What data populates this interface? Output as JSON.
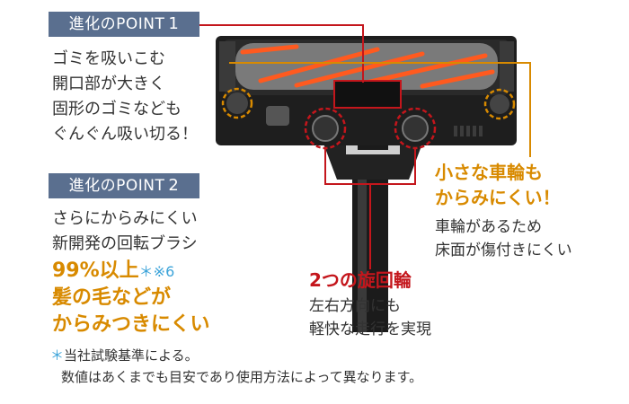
{
  "point1": {
    "badge": "進化のPOINT",
    "number": "1",
    "lines": [
      "ゴミを吸いこむ",
      "開口部が大きく",
      "固形のゴミなども",
      "ぐんぐん吸い切る！"
    ]
  },
  "point2": {
    "badge": "進化のPOINT",
    "number": "2",
    "lines": [
      "さらにからみにくい",
      "新開発の回転ブラシ"
    ],
    "highlight1": "99%以上",
    "note_ref": "＊※6",
    "highlight2": "髪の毛などが",
    "highlight3": "からみつきにくい"
  },
  "small_wheels": {
    "title_lines": [
      "小さな車輪も",
      "からみにくい！"
    ],
    "sub_lines": [
      "車輪があるため",
      "床面が傷付きにくい"
    ]
  },
  "swivel": {
    "title": "2つの旋回輪",
    "sub_lines": [
      "左右方向にも",
      "軽快な走行を実現"
    ]
  },
  "footnote": {
    "star": "＊",
    "line1": "当社試験基準による。",
    "line2": "数値はあくまでも目安であり使用方法によって異なります。"
  },
  "colors": {
    "badge_bg": "#5a6f8f",
    "accent_gold": "#d88a00",
    "accent_red": "#c4161c",
    "brush_orange": "#ff5a1f",
    "note_blue": "#3ba3d9"
  }
}
